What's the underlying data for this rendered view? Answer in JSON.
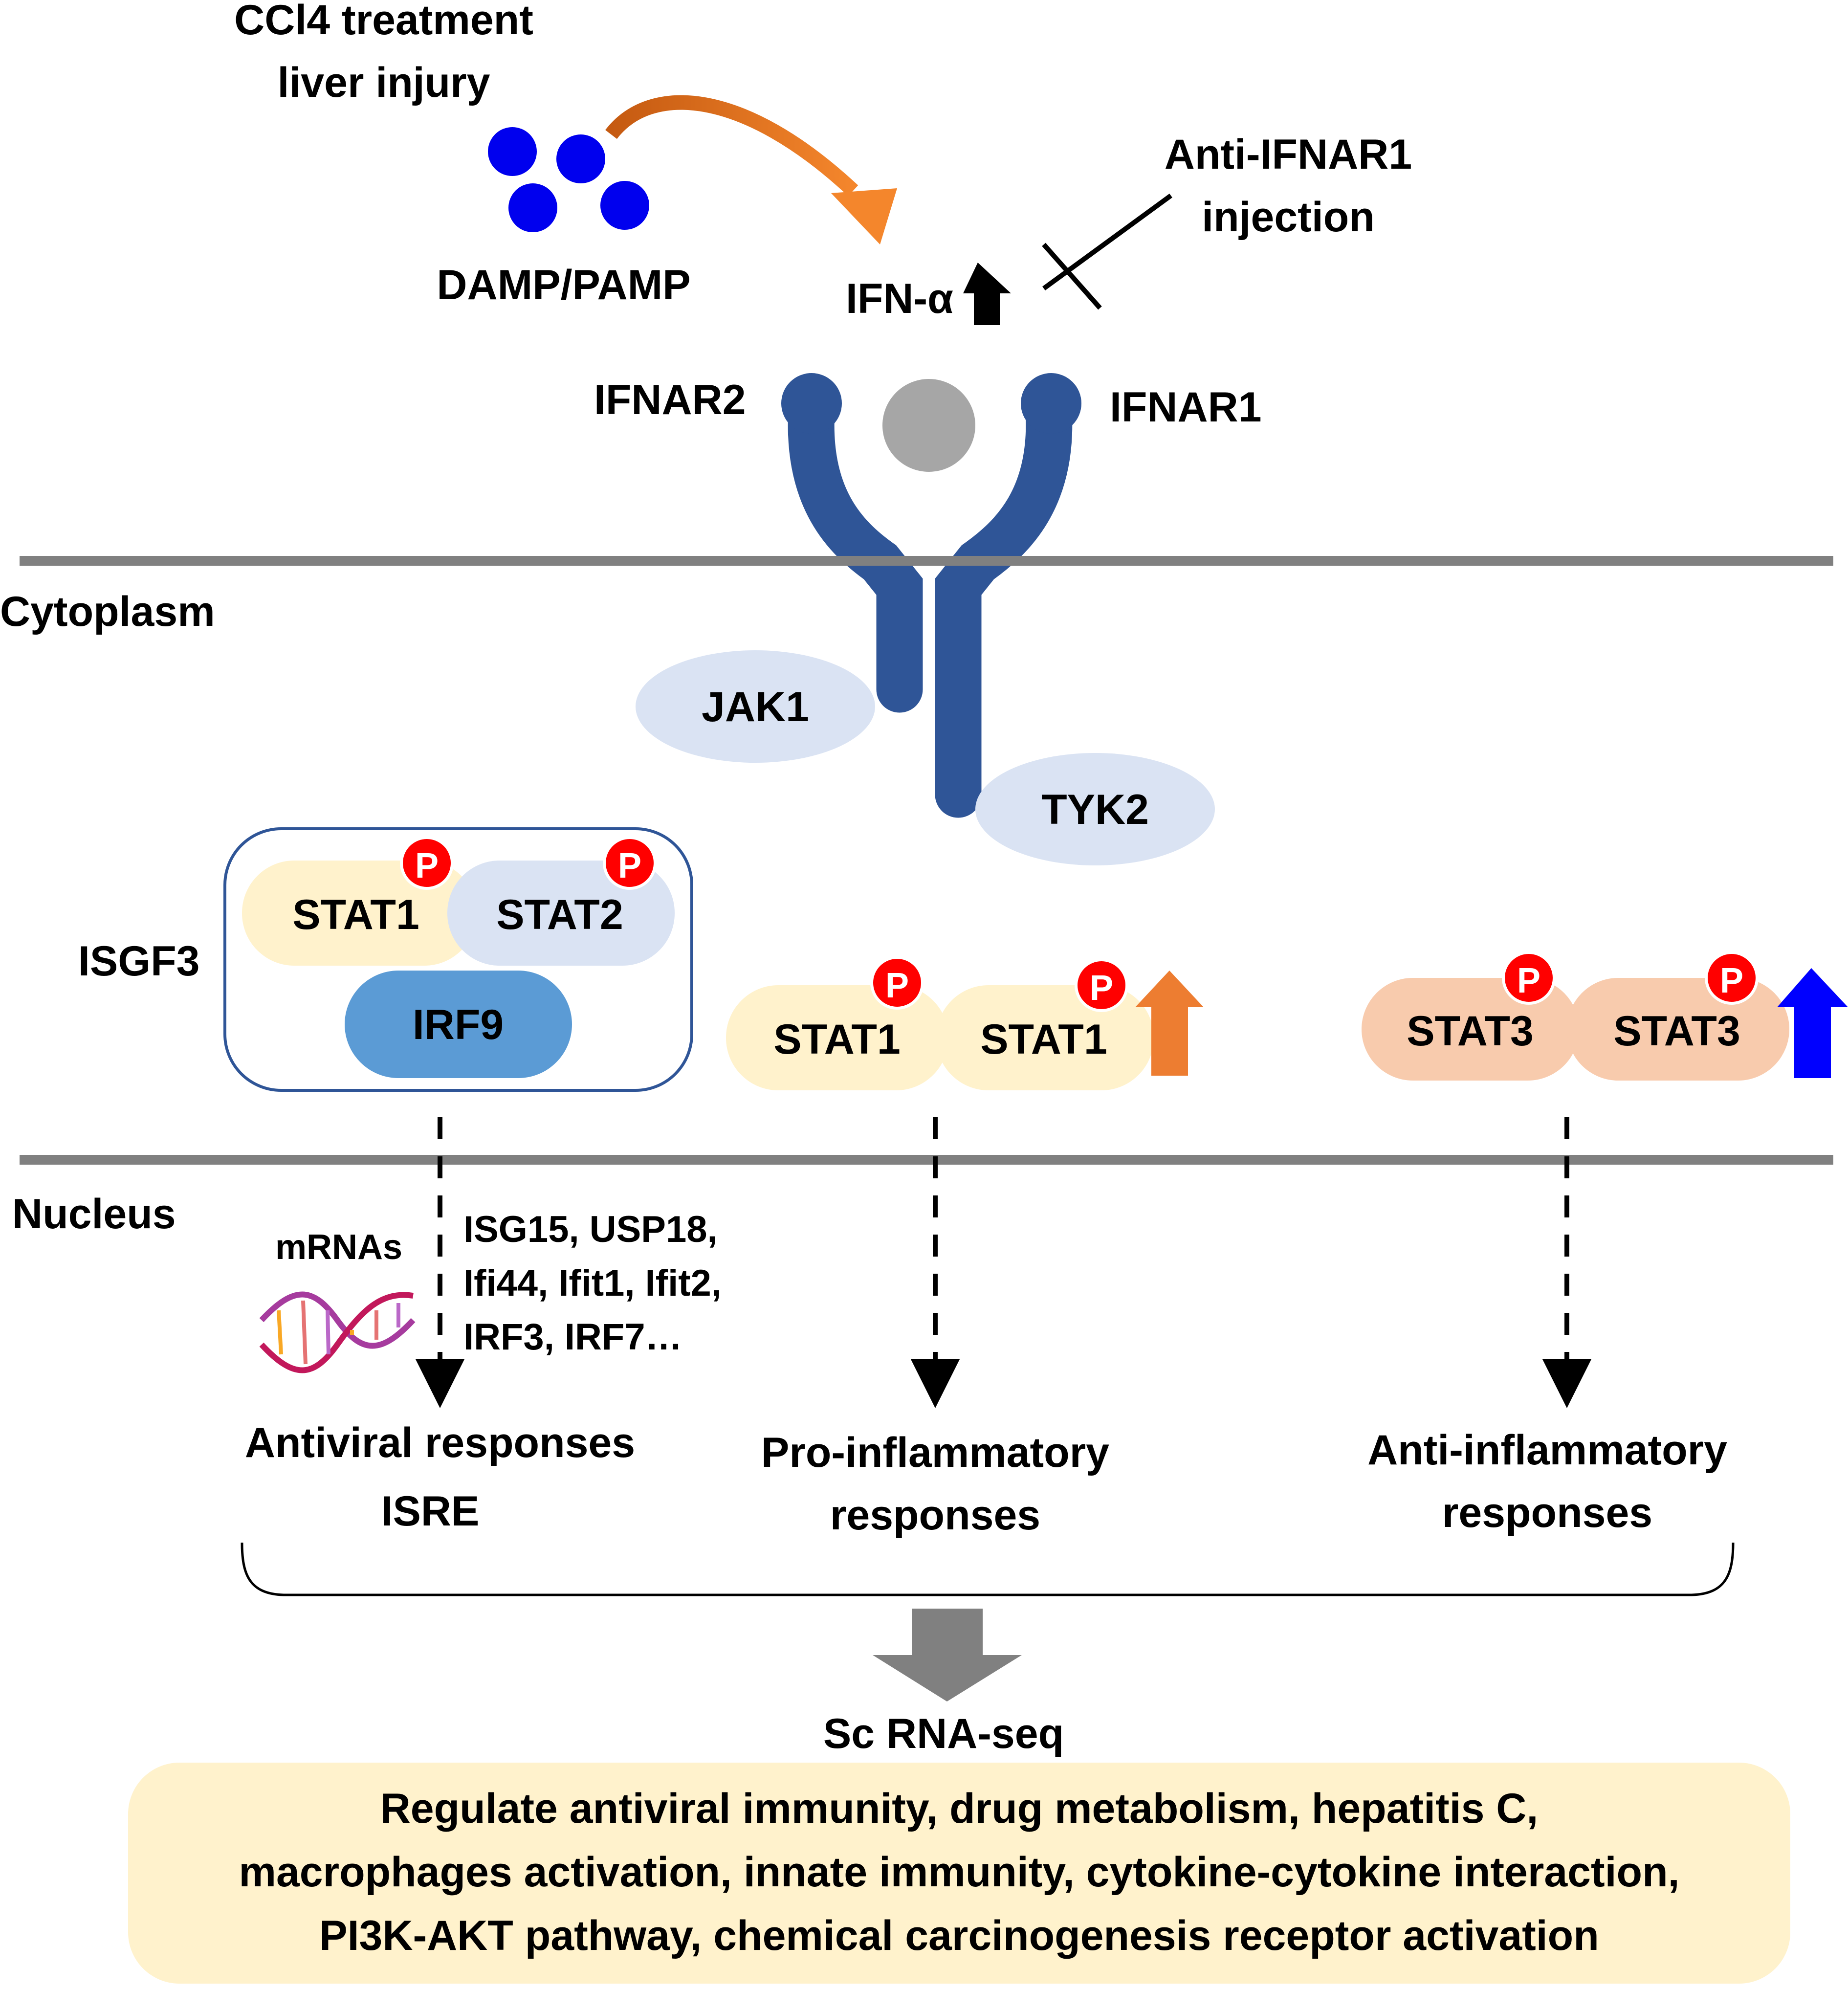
{
  "trigger": {
    "line1": "CCl4 treatment",
    "line2": "liver injury",
    "damp_label": "DAMP/PAMP"
  },
  "ligand": {
    "label": "IFN-α"
  },
  "antibody": {
    "line1": "Anti-IFNAR1",
    "line2": "injection"
  },
  "receptor": {
    "left_label": "IFNAR2",
    "right_label": "IFNAR1"
  },
  "compartments": {
    "cytoplasm": "Cytoplasm",
    "nucleus": "Nucleus"
  },
  "kinases": {
    "jak1": "JAK1",
    "tyk2": "TYK2"
  },
  "isgf3": {
    "label": "ISGF3",
    "stat1": "STAT1",
    "stat2": "STAT2",
    "irf9": "IRF9",
    "p": "P"
  },
  "dimer_stat1": {
    "a": "STAT1",
    "b": "STAT1",
    "p": "P"
  },
  "dimer_stat3": {
    "a": "STAT3",
    "b": "STAT3",
    "p": "P"
  },
  "genes": {
    "mrnas": "mRNAs",
    "line1": "ISG15, USP18,",
    "line2": "Ifi44, Ifit1, Ifit2,",
    "line3": "IRF3, IRF7…"
  },
  "responses": {
    "antiviral_line1": "Antiviral responses",
    "antiviral_line2": "ISRE",
    "pro_line1": "Pro-inflammatory",
    "pro_line2": "responses",
    "anti_line1": "Anti-inflammatory",
    "anti_line2": "responses"
  },
  "method": {
    "label": "Sc RNA-seq"
  },
  "summary": {
    "line1": "Regulate antiviral immunity, drug metabolism, hepatitis C,",
    "line2": "macrophages activation, innate immunity, cytokine-cytokine interaction,",
    "line3": "PI3K-AKT pathway, chemical carcinogenesis receptor activation"
  },
  "colors": {
    "receptor": "#2f5597",
    "damp_dots": "#0000ee",
    "ligand_ball": "#a6a6a6",
    "membrane": "#808080",
    "kinase_fill": "#dae3f3",
    "stat1_fill": "#fff2cc",
    "stat2_fill": "#dae3f3",
    "irf9_fill": "#5b9bd5",
    "stat3_fill": "#f8cbad",
    "phospho": "#ff0000",
    "up_orange": "#ed7d31",
    "up_blue": "#0000ff",
    "summary_fill": "#fff2cc"
  }
}
